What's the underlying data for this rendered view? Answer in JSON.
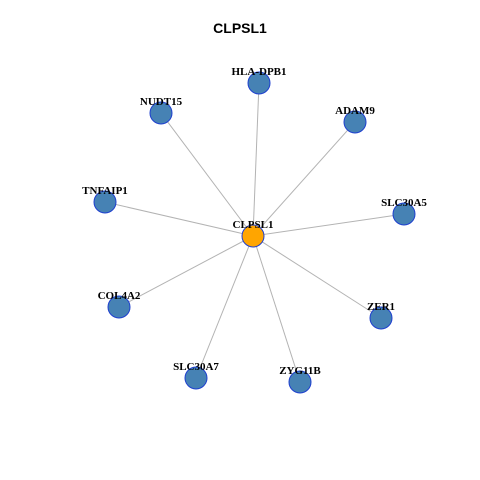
{
  "title": "CLPSL1",
  "colors": {
    "center_fill": "#ffa500",
    "neighbor_fill": "#4682b4",
    "node_stroke": "#1e3fcf",
    "edge": "#b3b3b3"
  },
  "network": {
    "center": "CLPSL1",
    "neighbors": [
      "HLA-DPB1",
      "ADAM9",
      "SLC30A5",
      "ZER1",
      "ZYG11B",
      "SLC30A7",
      "COL4A2",
      "TNFAIP1",
      "NUDT15"
    ]
  }
}
